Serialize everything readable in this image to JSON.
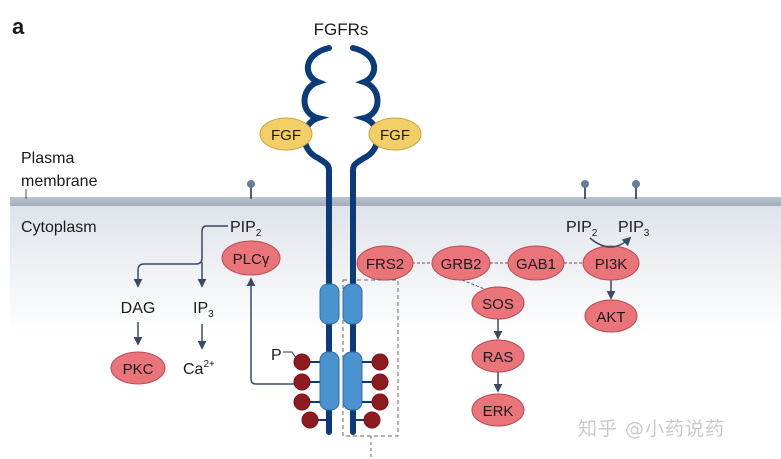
{
  "panel_label": "a",
  "receptor_label": "FGFRs",
  "ligand_left": "FGF",
  "ligand_right": "FGF",
  "membrane_label_1": "Plasma",
  "membrane_label_2": "membrane",
  "cytoplasm_label": "Cytoplasm",
  "pip2_left": "PIP",
  "pip2_left_sub": "2",
  "plcg": "PLCγ",
  "dag": "DAG",
  "ip3": "IP",
  "ip3_sub": "3",
  "pkc": "PKC",
  "ca": "Ca",
  "ca_sup": "2+",
  "p_label": "P",
  "frs2": "FRS2",
  "grb2": "GRB2",
  "gab1": "GAB1",
  "pi3k": "PI3K",
  "sos": "SOS",
  "ras": "RAS",
  "erk": "ERK",
  "pip2_right": "PIP",
  "pip2_right_sub": "2",
  "pip3_right": "PIP",
  "pip3_right_sub": "3",
  "akt": "AKT",
  "watermark": "知乎 @小药说药",
  "colors": {
    "receptor": "#0b3b78",
    "kinase": "#4a93cf",
    "node_fill": "#e9757b",
    "node_stroke": "#b8484f",
    "fgf_fill": "#f2ce66",
    "fgf_stroke": "#c9a43c",
    "phospho": "#8e1b22",
    "arrow": "#3a4a63"
  }
}
